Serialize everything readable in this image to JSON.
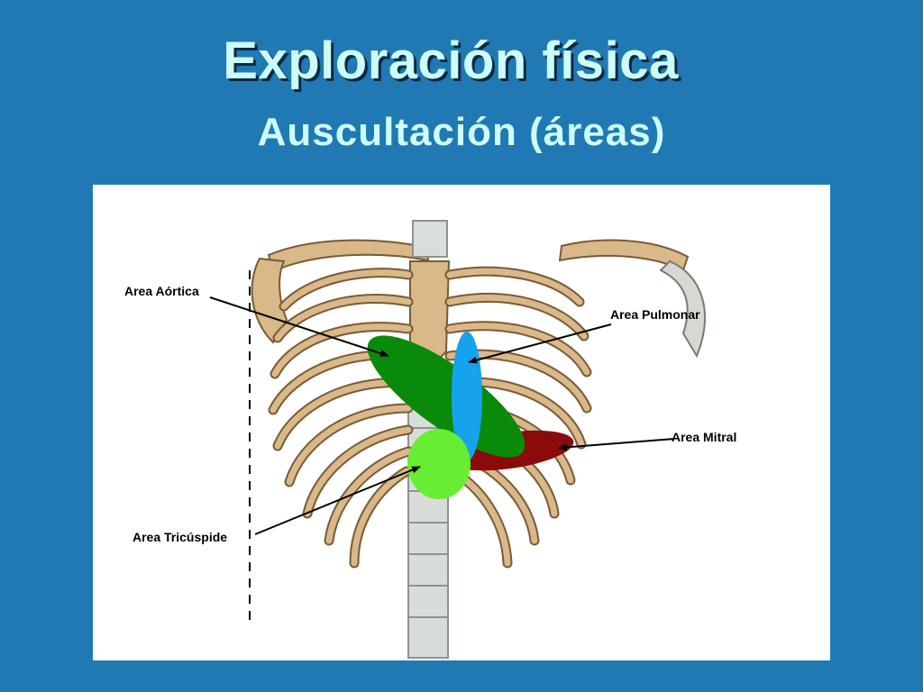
{
  "slide": {
    "title": "Exploración física",
    "subtitle": "Auscultación (áreas)"
  },
  "diagram": {
    "labels": {
      "aortica": "Area Aórtica",
      "pulmonar": "Area Pulmonar",
      "mitral": "Area Mitral",
      "tricuspide": "Area Tricúspide"
    }
  },
  "colors": {
    "background": "#2079b3",
    "title_text": "#cdfdfb",
    "aortic_area": "#0a8a0a",
    "pulmonary_area": "#15a3ee",
    "mitral_area": "#8b0a0a",
    "tricuspid_area": "#66ee33",
    "bone": "#d9b889",
    "bone_outline": "#7a5a35",
    "cartilage": "#d4dcd8"
  }
}
